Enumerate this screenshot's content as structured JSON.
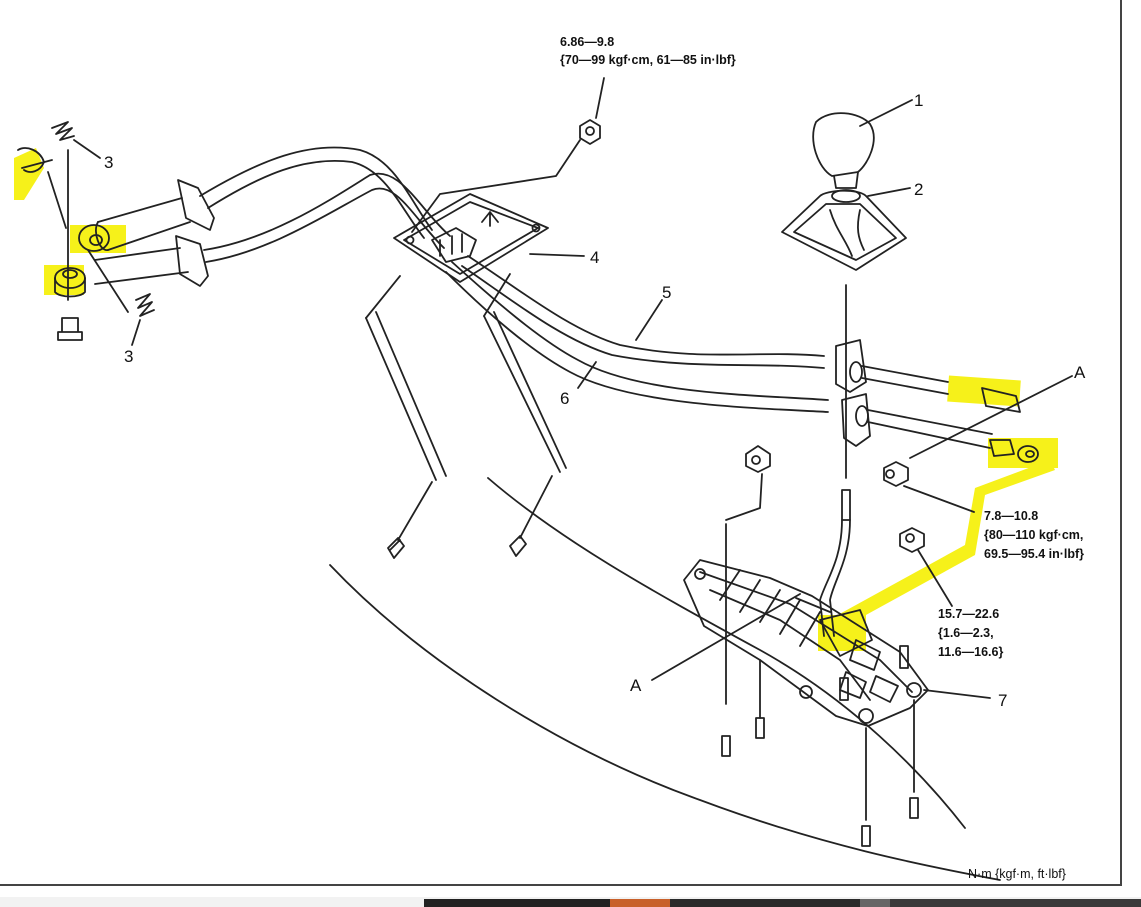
{
  "diagram": {
    "callouts": {
      "c1": "1",
      "c2": "2",
      "c3a": "3",
      "c3b": "3",
      "c4": "4",
      "c5": "5",
      "c6": "6",
      "c7": "7",
      "cA_top": "A",
      "cA_bottom": "A"
    },
    "torque_specs": {
      "nut_top": [
        "6.86—9.8",
        "{70—99 kgf·cm, 61—85 in·lbf}"
      ],
      "nut_right": [
        "7.8—10.8",
        "{80—110 kgf·cm,",
        "69.5—95.4 in·lbf}"
      ],
      "nut_base": [
        "15.7—22.6",
        "{1.6—2.3,",
        "11.6—16.6}"
      ]
    },
    "units": "N·m {kgf·m,  ft·lbf}",
    "highlight_color": "#f5f000",
    "line_color": "#222222"
  }
}
